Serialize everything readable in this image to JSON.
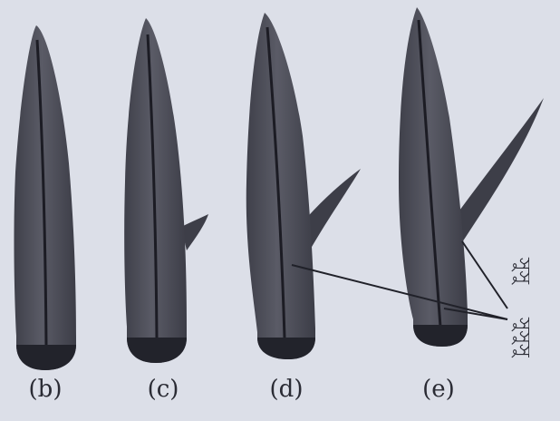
{
  "panels": [
    {
      "id": "b",
      "label": "(b)"
    },
    {
      "id": "c",
      "label": "(c)"
    },
    {
      "id": "d",
      "label": "(d)"
    },
    {
      "id": "e",
      "label": "(e)"
    }
  ],
  "callouts": {
    "upper": "সুসু",
    "lower": "সুসুসু"
  },
  "colors": {
    "background": "#dcdfe8",
    "organ_body": "#53545f",
    "organ_dark": "#3a3b45",
    "cap": "#22232b",
    "midrib": "#1c1c24",
    "ink": "#2a2b34"
  }
}
